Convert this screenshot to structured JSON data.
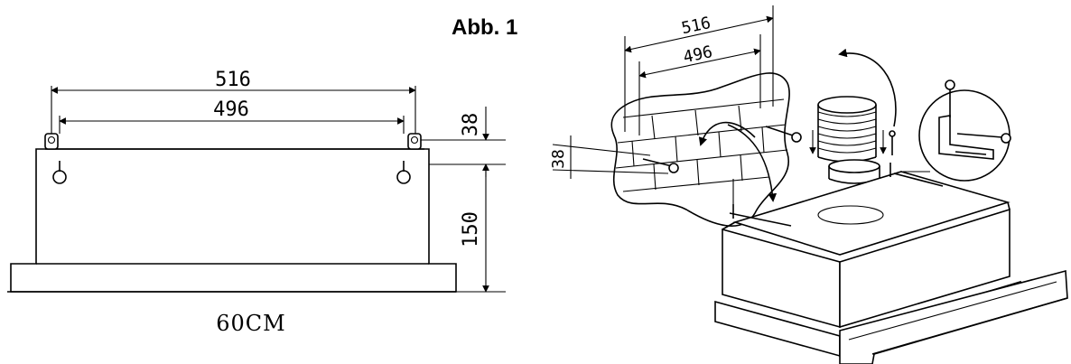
{
  "title": "Abb. 1",
  "front_view": {
    "outer_span": "516",
    "inner_span": "496",
    "bracket_height": "38",
    "body_height": "150",
    "width_label": "60CM"
  },
  "perspective_view": {
    "outer_span": "516",
    "inner_span": "496",
    "bracket_height": "38"
  }
}
